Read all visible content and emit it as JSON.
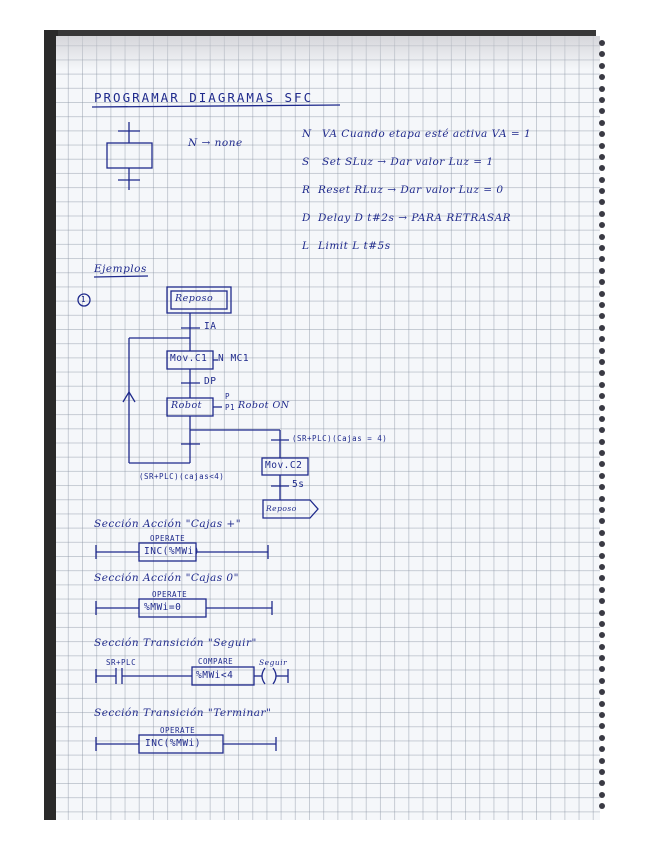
{
  "page": {
    "title": "PROGRAMAR   DIAGRAMAS   SFC",
    "step_legend": "N → none",
    "qualifiers": [
      {
        "letter": "N",
        "text": "VA  Cuando etapa esté activa  VA = 1"
      },
      {
        "letter": "S",
        "text": "Set  SLuz → Dar valor  Luz = 1"
      },
      {
        "letter": "R",
        "text": "Reset RLuz → Dar valor  Luz = 0"
      },
      {
        "letter": "D",
        "text": "Delay  D t#2s → PARA RETRASAR"
      },
      {
        "letter": "L",
        "text": "Limit  L t#5s"
      }
    ],
    "examples_heading": "Ejemplos",
    "example_number": "1",
    "sfc": {
      "step_initial": "Reposo",
      "transition_1": "IA",
      "step_2": "Mov.C1",
      "action_2": "N MC1",
      "transition_2": "DP",
      "step_3": "Robot",
      "action_3_qual_top": "P",
      "action_3_qual_bottom": "P1",
      "action_3": "Robot ON",
      "transition_loop": "(SR+PLC)(cajas<4)",
      "transition_branch": "(SR+PLC)(Cajas = 4)",
      "step_4": "Mov.C2",
      "transition_4": "5s",
      "step_final": "Reposo"
    },
    "sections": [
      {
        "title": "Sección Acción \"Cajas +\"",
        "block_label": "OPERATE",
        "block": "INC(%MWi)"
      },
      {
        "title": "Sección Acción \"Cajas 0\"",
        "block_label": "OPERATE",
        "block": "%MWi=0"
      },
      {
        "title": "Sección Transición \"Seguir\"",
        "contact_label": "SR+PLC",
        "block_label": "COMPARE",
        "block": "%MWi<4",
        "coil_label": "Seguir"
      },
      {
        "title": "Sección Transición \"Terminar\"",
        "block_label": "OPERATE",
        "block": "INC(%MWi)"
      }
    ]
  }
}
